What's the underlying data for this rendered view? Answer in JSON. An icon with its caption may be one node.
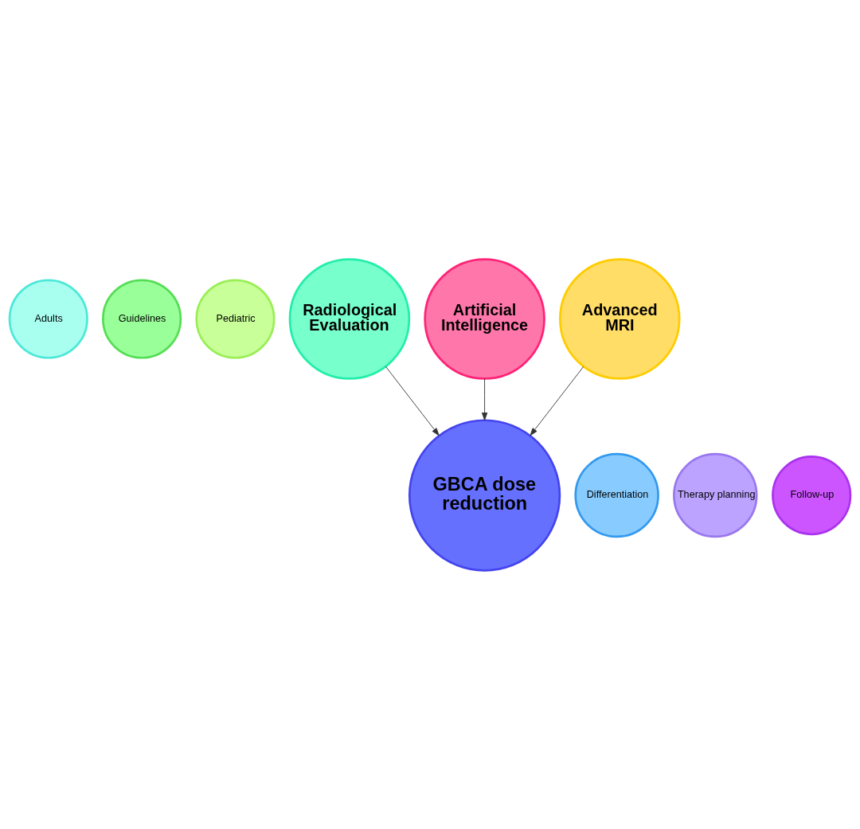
{
  "diagram": {
    "nodes": [
      {
        "text": [
          "Adults"
        ]
      },
      {
        "text": [
          "Guidelines"
        ]
      },
      {
        "text": [
          "Pediatric"
        ]
      },
      {
        "text": [
          "Radiological Evaluation"
        ]
      },
      {
        "text": [
          "Differentiation"
        ]
      },
      {
        "text": [
          "Therapy planning"
        ]
      },
      {
        "text": [
          "GBCA dose reduction"
        ]
      },
      {
        "text": [
          "Artificial Intelligence"
        ]
      },
      {
        "text": [
          "Follow-up"
        ]
      },
      {
        "text": [
          "Advanced MRI"
        ]
      }
    ],
    "edges": [
      {
        "from": 3,
        "to": 6,
        "arrow": "to"
      },
      {
        "from": 7,
        "to": 6,
        "arrow": "to"
      },
      {
        "from": 9,
        "to": 6,
        "arrow": "to"
      }
    ]
  }
}
